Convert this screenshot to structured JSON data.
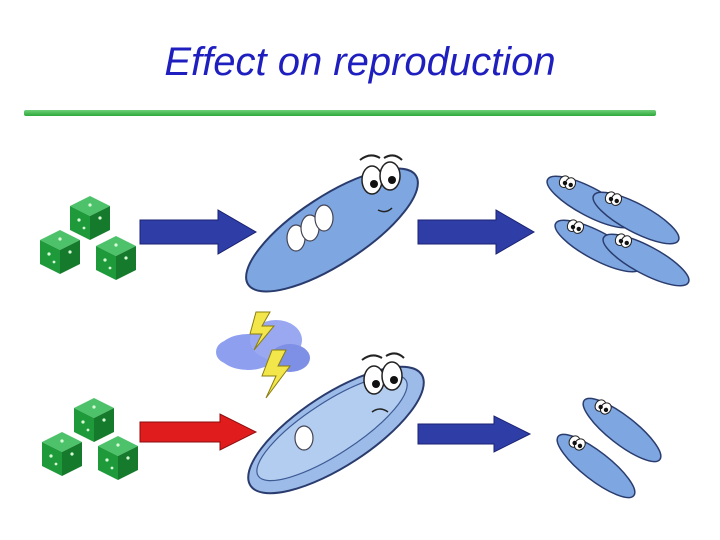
{
  "slide": {
    "title": "Effect on reproduction"
  },
  "colors": {
    "title": "#1f1fbf",
    "divider": "#2ea83a",
    "food_cube": "#1f9a3a",
    "arrow_normal": "#2e3ea6",
    "arrow_stress": "#e01c1c",
    "bacterium_fill": "#7ea6e0",
    "cloud": "#8f9ff0",
    "lightning": "#f3e64a"
  },
  "rows": [
    {
      "input": "food-cubes",
      "first_arrow": "arrow_normal",
      "organism_state": "healthy",
      "offspring_count": 4
    },
    {
      "input": "food-cubes",
      "stressor": "storm-cloud-with-lightning",
      "first_arrow": "arrow_stress",
      "organism_state": "stressed",
      "offspring_count": 2
    }
  ]
}
